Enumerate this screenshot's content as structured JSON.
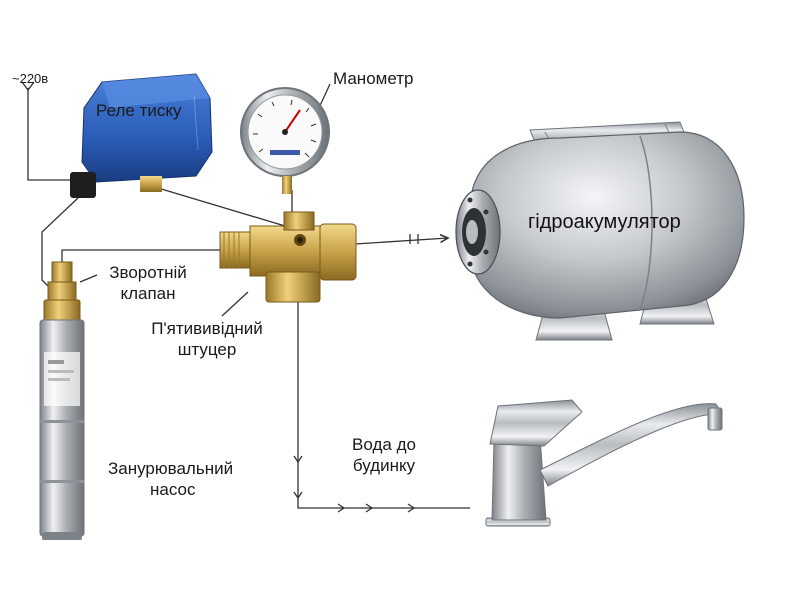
{
  "labels": {
    "power": "~220в",
    "relay": "Реле тиску",
    "gauge": "Манометр",
    "accumulator": "гідроакумулятор",
    "check_valve_1": "Зворотній",
    "check_valve_2": "клапан",
    "fitting_1": "П'ятививідний",
    "fitting_2": "штуцер",
    "water_1": "Вода до",
    "water_2": "будинку",
    "pump_1": "Занурювальний",
    "pump_2": "насос"
  },
  "colors": {
    "relay_blue": "#2a5cb8",
    "brass": "#c9a24a",
    "steel": "#c4c8cc",
    "line": "#333333"
  },
  "icons": [
    "pressure-relay-icon",
    "pressure-gauge-icon",
    "brass-fitting-icon",
    "check-valve-icon",
    "submersible-pump-icon",
    "accumulator-tank-icon",
    "faucet-icon"
  ]
}
